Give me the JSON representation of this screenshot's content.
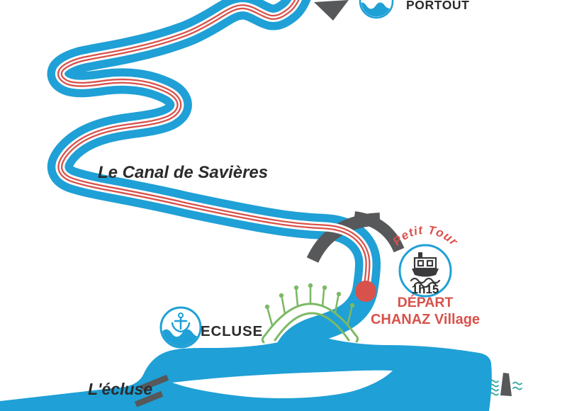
{
  "colors": {
    "canal": "#1FA0D6",
    "red": "#D8524B",
    "gray": "#57585A",
    "green": "#7CB965",
    "teal": "#2EA8A4",
    "text": "#2B2B2B"
  },
  "labels": {
    "portout": "PORTOUT",
    "canal_name": "Le Canal de Savières",
    "petit_tour": "Petit Tour",
    "tour_duration": "1h15",
    "depart_line1": "DÉPART",
    "depart_line2": "CHANAZ Village",
    "ecluse_station": "ECLUSE",
    "lock_label": "L'écluse"
  }
}
